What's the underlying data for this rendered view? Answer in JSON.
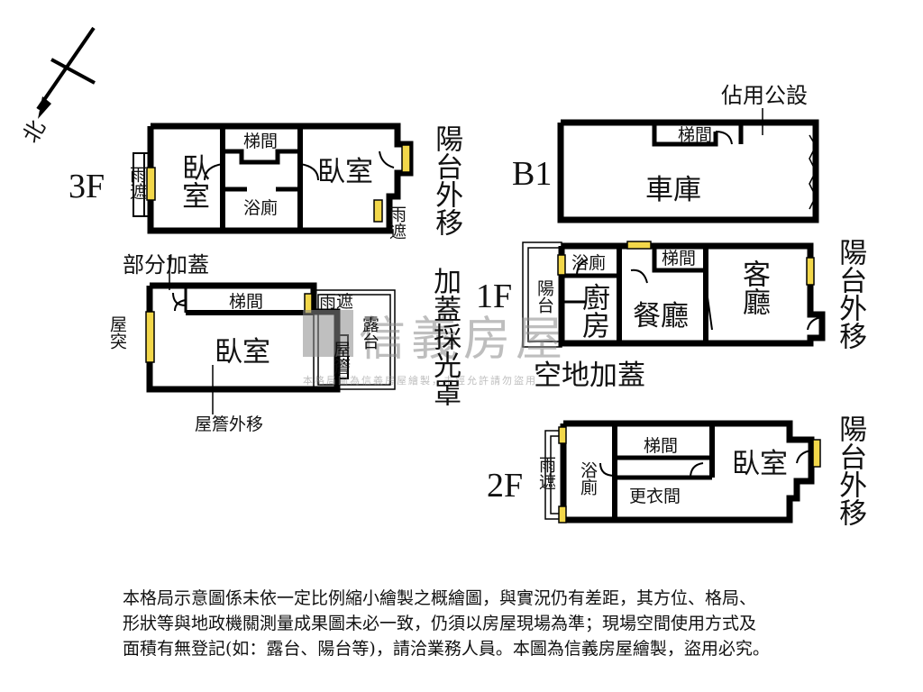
{
  "compass": {
    "label": "北"
  },
  "floors": {
    "f3": {
      "name": "3F",
      "rooms": {
        "stair": "梯間",
        "bedroom_left": "臥室",
        "bedroom_right": "臥室",
        "bath": "浴廁",
        "awning_left": "雨遮",
        "awning_right": "雨遮",
        "balcony_out": "陽台外移"
      }
    },
    "attic": {
      "rooms": {
        "partial_add": "部分加蓋",
        "stair": "梯間",
        "awning": "雨遮",
        "bedroom": "臥室",
        "roof_protrude": "屋突",
        "terrace": "露台",
        "eaves": "屋簷",
        "eaves_out": "屋簷外移",
        "skylight": "加蓋採光罩"
      }
    },
    "b1": {
      "name": "B1",
      "rooms": {
        "public_use": "佔用公設",
        "stair": "梯間",
        "garage": "車庫"
      }
    },
    "f1": {
      "name": "1F",
      "rooms": {
        "bath": "浴廁",
        "stair": "梯間",
        "living": "客廳",
        "balcony_left": "陽台",
        "kitchen": "廚房",
        "dining": "餐廳",
        "balcony_out": "陽台外移",
        "open_add": "空地加蓋"
      }
    },
    "f2": {
      "name": "2F",
      "rooms": {
        "stair": "梯間",
        "bedroom": "臥室",
        "awning": "雨遮",
        "bath": "浴廁",
        "closet": "更衣間",
        "balcony_out": "陽台外移"
      }
    }
  },
  "watermark": {
    "brand": "信義房屋",
    "note": "本格局圖為信義房屋繪製，未經允許請勿盜用"
  },
  "disclaimer": [
    "本格局示意圖係未依一定比例縮小繪製之概繪圖，與實況仍有差距，其方位、格局、",
    "形狀等與地政機關測量成果圖未必一致，仍須以房屋現場為準；現場空間使用方式及",
    "面積有無登記(如：露台、陽台等)，請洽業務人員。本圖為信義房屋繪製，盜用必究。"
  ],
  "colors": {
    "wall": "#000000",
    "window": "#f2d74a",
    "watermark": "#8a8a8a"
  }
}
